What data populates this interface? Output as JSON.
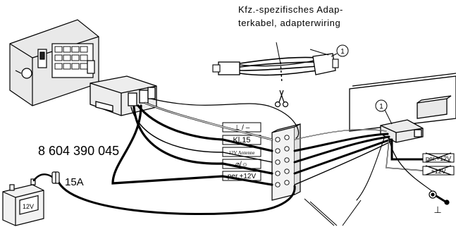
{
  "header": {
    "line1": "Kfz.-spezifisches Adap-",
    "line2": "terkabel, adapterwiring"
  },
  "callouts": {
    "top": "1",
    "right": "1"
  },
  "part_number": "8 604 390 045",
  "fuse": "15A",
  "battery": "12V",
  "wire_labels": {
    "ground": "⊥ / –",
    "kl15": "Kl.15",
    "antenna": "12V Antenne",
    "illumination": "⌀/☼",
    "permanent": "per.+12V"
  },
  "right_labels": {
    "permanent_crossed": "per.+12V",
    "plus12_crossed": "+12V",
    "ground": "⊥"
  }
}
